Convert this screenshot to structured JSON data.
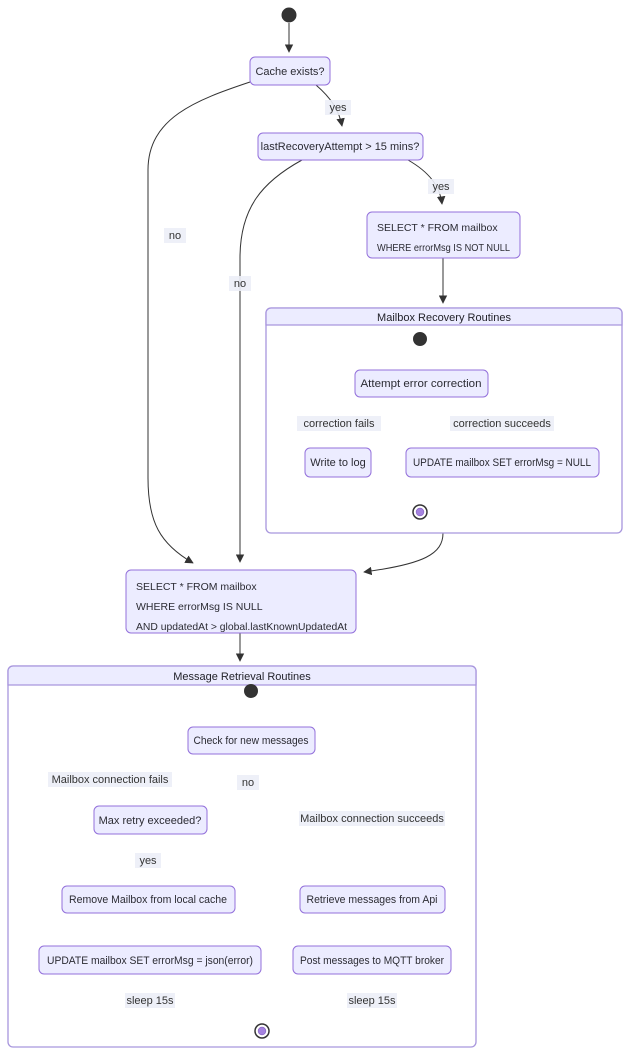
{
  "diagram": {
    "type": "state-flowchart",
    "nodes": {
      "cache_exists": "Cache exists?",
      "last_recovery_check": "lastRecoveryAttempt > 15 mins?",
      "select_error_l1": "SELECT * FROM mailbox",
      "select_error_l2": "WHERE errorMsg IS NOT NULL",
      "attempt_correction": "Attempt error correction",
      "write_log": "Write to log",
      "update_errormsg_null": "UPDATE mailbox SET errorMsg = NULL",
      "select_ok_l1": "SELECT * FROM mailbox",
      "select_ok_l2": "WHERE errorMsg IS NULL",
      "select_ok_l3": "AND updatedAt > global.lastKnownUpdatedAt",
      "check_new_messages": "Check for new messages",
      "max_retry_exceeded": "Max retry exceeded?",
      "remove_mailbox_cache": "Remove Mailbox from local cache",
      "retrieve_messages_api": "Retrieve messages from Api",
      "update_errormsg_json": "UPDATE mailbox SET errorMsg = json(error)",
      "post_mqtt_broker": "Post messages to MQTT broker"
    },
    "clusters": {
      "recovery_title": "Mailbox Recovery Routines",
      "retrieval_title": "Message Retrieval Routines"
    },
    "edge_labels": {
      "cache_yes": "yes",
      "cache_no": "no",
      "recovery_yes": "yes",
      "recovery_no": "no",
      "correction_fails": "correction fails",
      "correction_succeeds": "correction succeeds",
      "conn_fails": "Mailbox connection fails",
      "retry_no": "no",
      "conn_succeeds": "Mailbox connection succeeds",
      "retry_yes": "yes",
      "sleep_left": "sleep 15s",
      "sleep_right": "sleep 15s"
    },
    "colors": {
      "node_fill": "#ECECFF",
      "node_border": "#9370DB",
      "cluster_border": "#a896dd",
      "cluster_title_fill": "#ECECFF",
      "edge": "#333333",
      "start_node": "#333333",
      "end_node_inner": "#a583e0",
      "edge_label_bg": "#eceef7",
      "background": "#ffffff"
    }
  }
}
